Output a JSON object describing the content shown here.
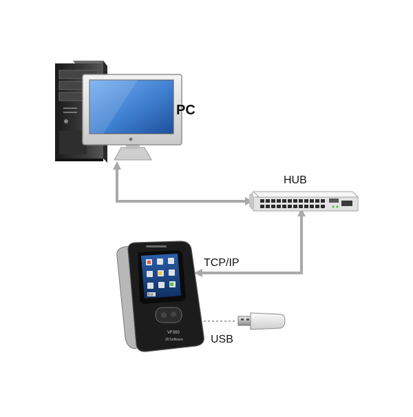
{
  "labels": {
    "pc": "PC",
    "hub": "HUB",
    "tcp_ip": "TCP/IP",
    "usb": "USB"
  },
  "device": {
    "model": "VF300",
    "brand": "ZKSoftware",
    "screen_button": "Ext"
  },
  "colors": {
    "connector": "#a9a9a9",
    "usb_link": "#8a8a8a",
    "monitor_screen": "#3f7fd0",
    "device_body": "#1c1c1c",
    "hub_body": "#ededed"
  },
  "icons": [
    "computer-tower-icon",
    "monitor-icon",
    "network-hub-icon",
    "face-recognition-terminal-icon",
    "usb-drive-icon"
  ]
}
